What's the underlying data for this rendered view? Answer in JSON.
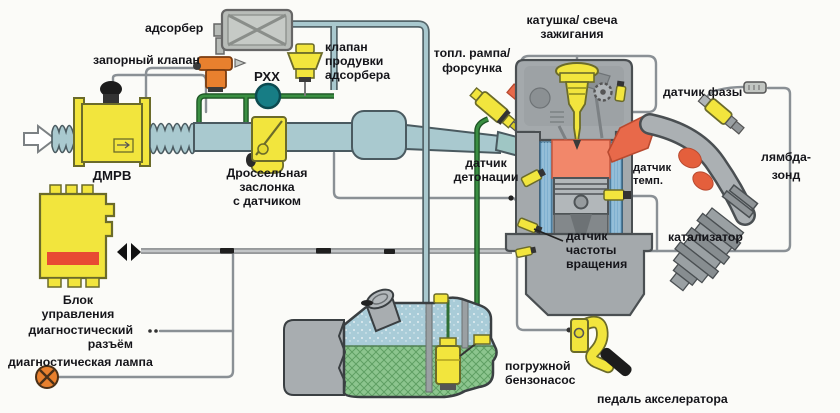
{
  "diagram": {
    "labels": {
      "adsorber": "адсорбер",
      "shutoff_valve": "запорный клапан",
      "purge_valve": [
        "клапан",
        "продувки",
        "адсорбера"
      ],
      "iac_valve": "РХХ",
      "fuel_rail_injector": [
        "топл. рампа/",
        "форсунка"
      ],
      "ignition_coil": [
        "катушка/ свеча",
        "зажигания"
      ],
      "phase_sensor": "датчик фазы",
      "lambda_sensor": [
        "лямбда-",
        "зонд"
      ],
      "maf_sensor": "ДМРВ",
      "throttle": [
        "Дроссельная",
        "заслонка",
        "с датчиком"
      ],
      "knock_sensor": [
        "датчик",
        "детонации"
      ],
      "temp_sensor": [
        "датчик",
        "темп."
      ],
      "crank_sensor": [
        "датчик",
        "частоты",
        "вращения"
      ],
      "catalyst": "катализатор",
      "fuel_pump": [
        "погружной",
        "бензонасос"
      ],
      "accel_pedal": "педаль акселератора",
      "ecu": [
        "Блок",
        "управления"
      ],
      "diag_connector": [
        "диагностический",
        "разъём"
      ],
      "diag_lamp": "диагностическая лампа"
    },
    "colors": {
      "component_yellow": "#f2e53d",
      "shutoff_orange": "#e8802e",
      "duct_teal": "#a9c9cf",
      "iac_teal": "#177d85",
      "pipe_green": "#3a8f42",
      "engine_grey": "#a4a9ac",
      "exhaust_hot_red": "#e45f3c",
      "combustion_red": "#f2876a",
      "fuel_green": "#8cc58e",
      "vapor_blue": "#a9ccd8",
      "wire_grey": "#8a9095",
      "ecu_stripe_red": "#e84a33",
      "lamp_orange": "#e8802e"
    }
  }
}
